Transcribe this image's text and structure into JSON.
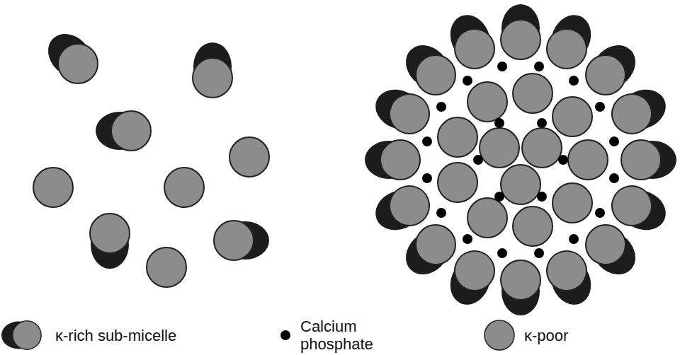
{
  "diagram": {
    "legend": [
      {
        "text": "κ-rich sub-micelle"
      },
      {
        "text": "Calcium phosphate"
      },
      {
        "text": "κ-poor"
      }
    ]
  }
}
